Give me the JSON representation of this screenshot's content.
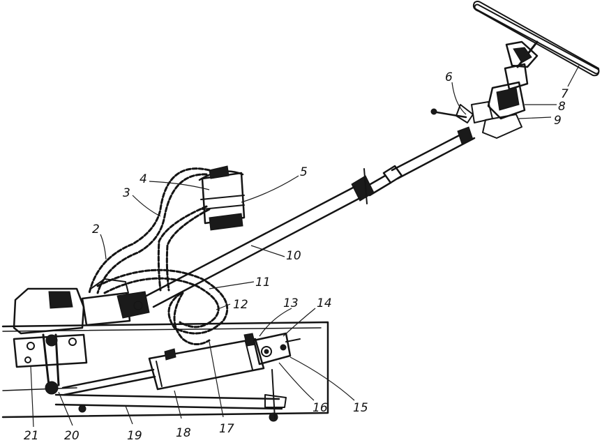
{
  "labels": {
    "l1": "11",
    "l2": "2",
    "l3": "3",
    "l4": "4",
    "l5": "5",
    "l6": "6",
    "l7": "7",
    "l8": "8",
    "l9": "9",
    "l10": "10",
    "l12": "12",
    "l13": "13",
    "l14": "14",
    "l15": "15",
    "l16": "16",
    "l17": "17",
    "l18": "18",
    "l19": "19",
    "l20": "20",
    "l21": "21"
  }
}
